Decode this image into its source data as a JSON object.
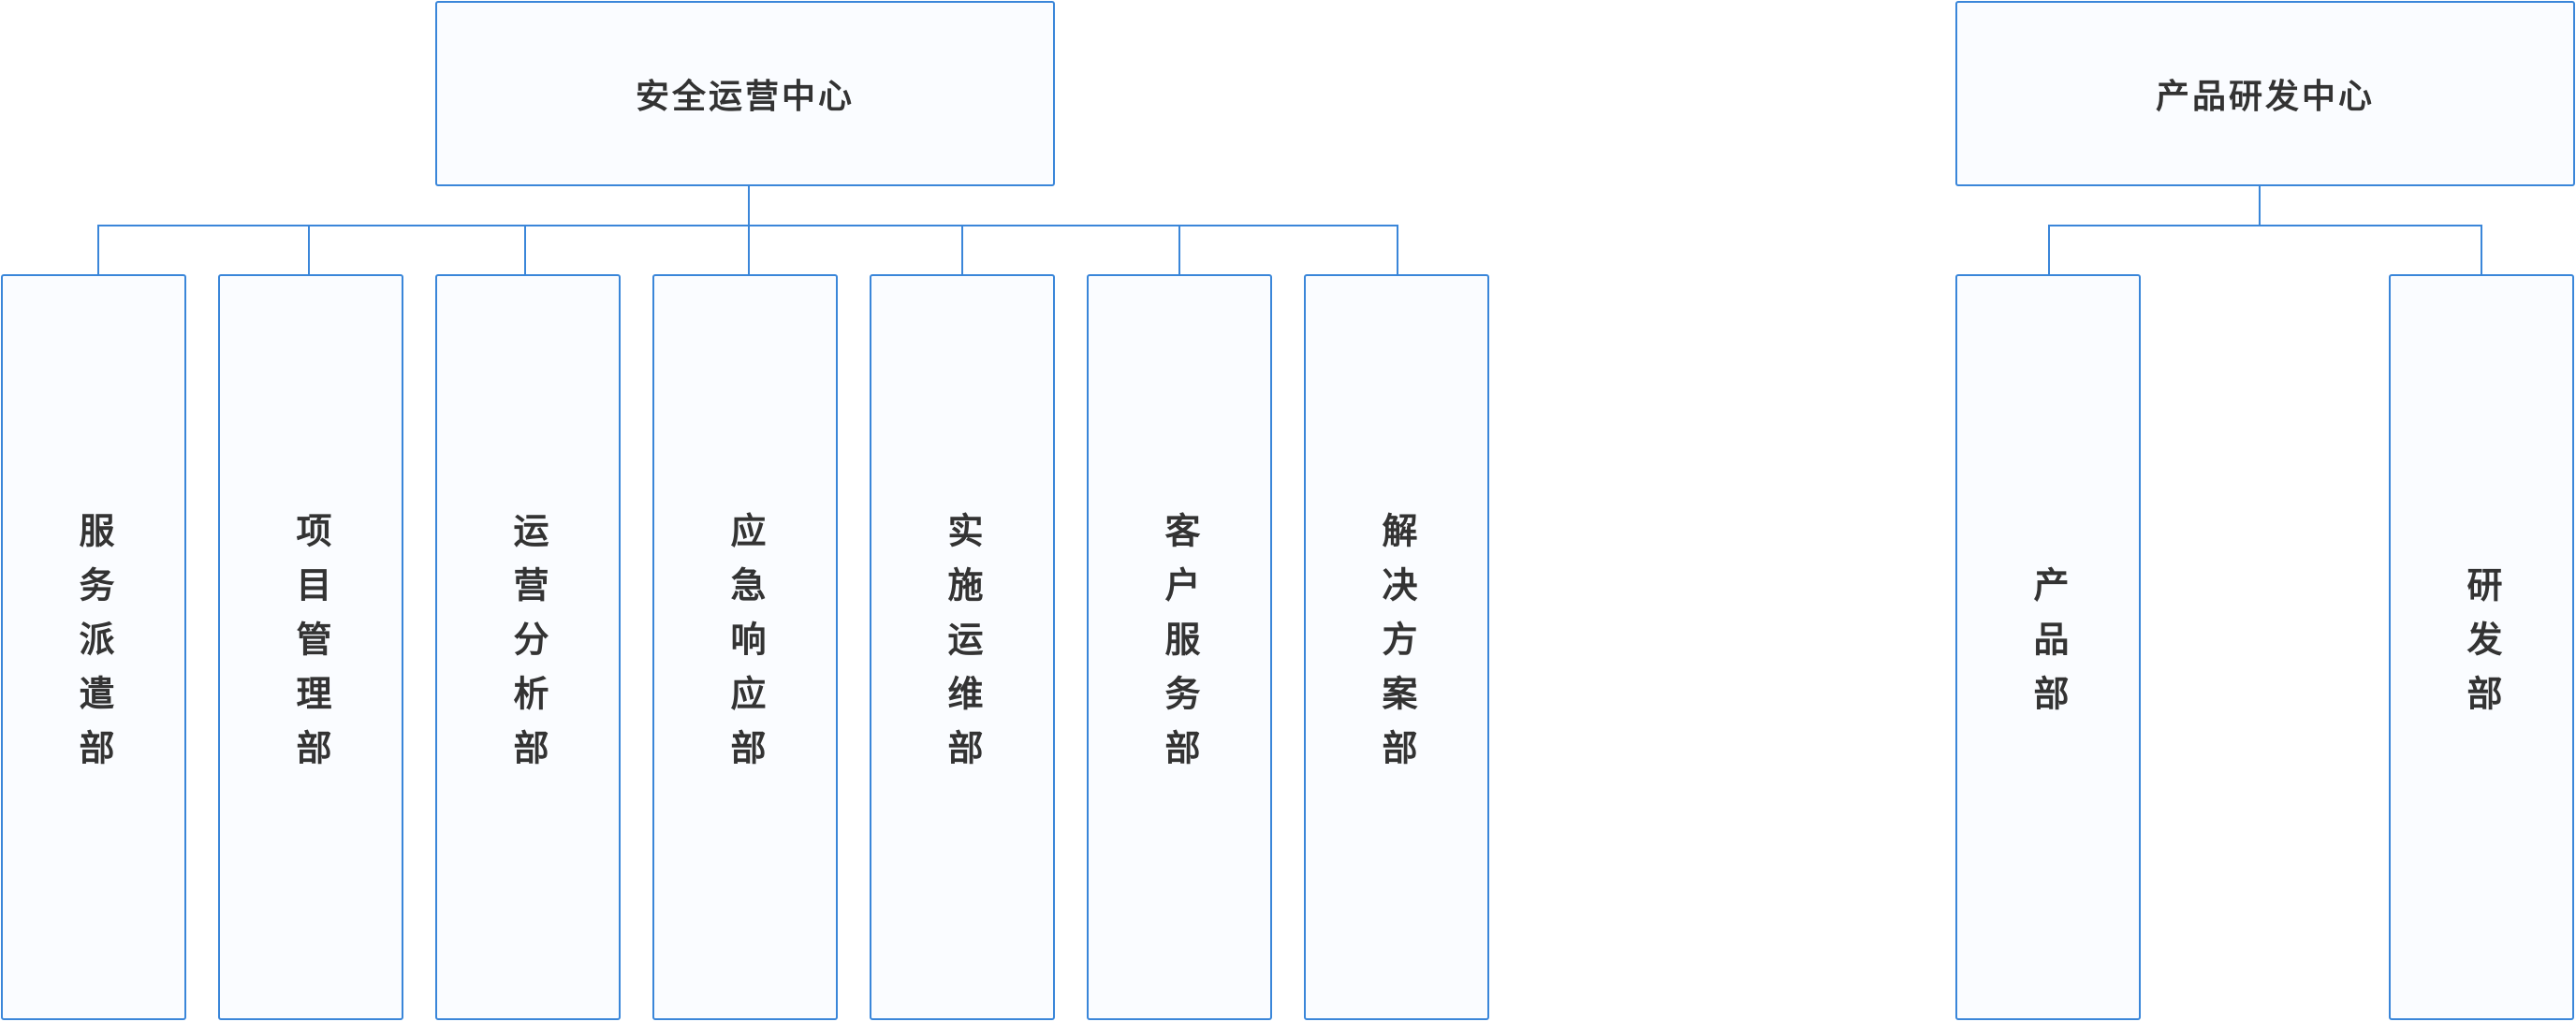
{
  "theme": {
    "line_color": "#3a86d9",
    "box_fill": "#fafcff",
    "text_color": "#333333"
  },
  "centers": [
    {
      "name": "安全运营中心",
      "departments": [
        "服务派遣部",
        "项目管理部",
        "运营分析部",
        "应急响应部",
        "实施运维部",
        "客户服务部",
        "解决方案部"
      ]
    },
    {
      "name": "产品研发中心",
      "departments": [
        "产品部",
        "研发部"
      ]
    }
  ]
}
